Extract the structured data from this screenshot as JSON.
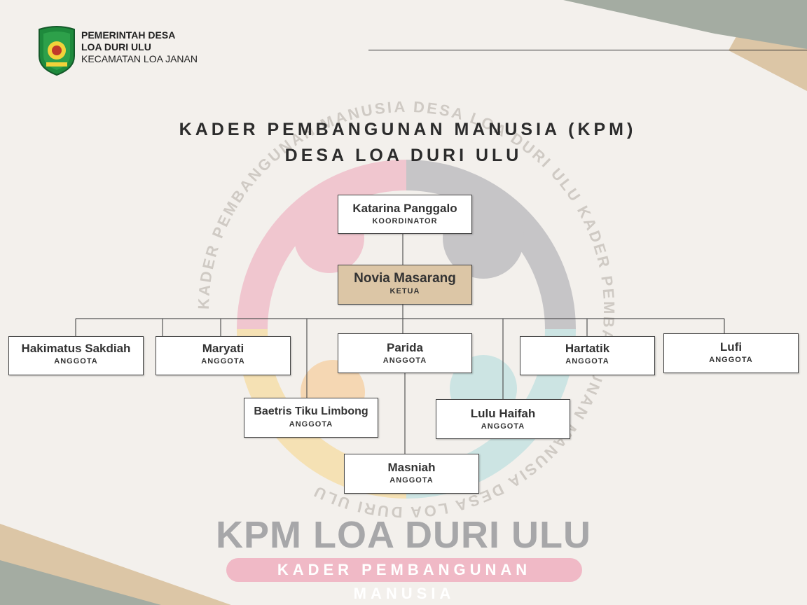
{
  "header": {
    "line1": "PEMERINTAH DESA",
    "line2": "LOA DURI ULU",
    "line3": "KECAMATAN LOA JANAN"
  },
  "title": {
    "line1": "KADER PEMBANGUNAN MANUSIA (KPM)",
    "line2": "DESA LOA DURI ULU"
  },
  "org": {
    "koordinator": {
      "name": "Katarina Panggalo",
      "role": "KOORDINATOR"
    },
    "ketua": {
      "name": "Novia Masarang",
      "role": "KETUA"
    },
    "members": [
      {
        "name": "Hakimatus Sakdiah",
        "role": "ANGGOTA"
      },
      {
        "name": "Maryati",
        "role": "ANGGOTA"
      },
      {
        "name": "Parida",
        "role": "ANGGOTA"
      },
      {
        "name": "Hartatik",
        "role": "ANGGOTA"
      },
      {
        "name": "Lufi",
        "role": "ANGGOTA"
      },
      {
        "name": "Baetris  Tiku Limbong",
        "role": "ANGGOTA"
      },
      {
        "name": "Lulu Haifah",
        "role": "ANGGOTA"
      },
      {
        "name": "Masniah",
        "role": "ANGGOTA"
      }
    ]
  },
  "watermark": {
    "big": "KPM LOA DURI ULU",
    "pill": "KADER PEMBANGUNAN MANUSIA",
    "ring_text": "KADER PEMBANGUNAN MANUSIA DESA LOA DURI ULU KADER PEMBANGUNAN MANUSIA DESA LOA DURI ULU"
  },
  "colors": {
    "background": "#f3f0ec",
    "corner_sage": "#a4aca2",
    "corner_tan": "#dcc6a6",
    "ketua_fill": "#dcc6a6",
    "wm_pink": "#f0b9c6",
    "wm_gray": "#b7b7bb",
    "wm_yellow": "#f6dca2",
    "wm_teal": "#bfe0e0"
  }
}
